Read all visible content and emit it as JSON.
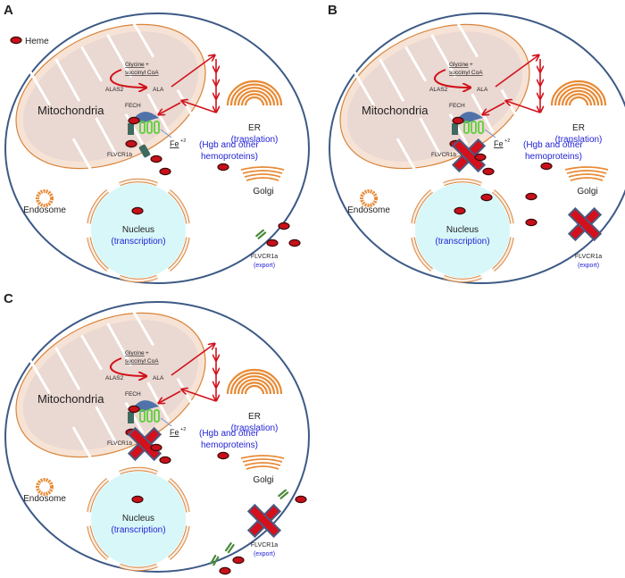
{
  "legend": {
    "heme_label": "Heme",
    "heme_icon": "heme-ellipse"
  },
  "labels": {
    "mitochondria": "Mitochondria",
    "glycine": "Glycine",
    "plus": "+",
    "succinyl": "succinyl CoA",
    "alas2": "ALAS2",
    "ala": "ALA",
    "fech": "FECH",
    "fe": "Fe",
    "fe_charge": "+2",
    "flvcr1b": "FLVCR1b",
    "er": "ER",
    "translation": "(translation)",
    "hgb1": "(Hgb and other",
    "hgb2": "hemoproteins)",
    "golgi": "Golgi",
    "endosome": "Endosome",
    "nucleus": "Nucleus",
    "transcription": "(transcription)",
    "flvcr1a": "FLVCR1a",
    "export": "(export)"
  },
  "colors": {
    "heme": "#c8101a",
    "arrow": "#d0121b",
    "membrane": "#d9843a",
    "cell_outline": "#3d5a86",
    "blue_text": "#2323d6",
    "mito_fill": "#ead8d2",
    "nucleus_fill": "#d8f7f9",
    "knockout": "#d3101c",
    "channel": "#4a8a3a"
  },
  "panels": [
    {
      "letter": "A",
      "flvcr1b_knockout": false,
      "flvcr1a_knockout": false
    },
    {
      "letter": "B",
      "flvcr1b_knockout": true,
      "flvcr1a_knockout": true
    },
    {
      "letter": "C",
      "flvcr1b_knockout": true,
      "flvcr1a_knockout": true
    }
  ]
}
